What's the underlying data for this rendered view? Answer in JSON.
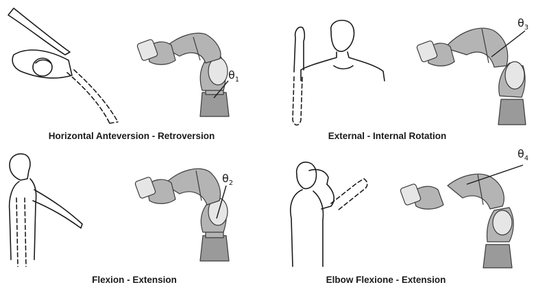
{
  "panels": [
    {
      "id": "horizontal",
      "caption": "Horizontal Anteversion - Retroversion",
      "angle_symbol": "θ",
      "angle_index": "1"
    },
    {
      "id": "rotation",
      "caption": "External - Internal Rotation",
      "angle_symbol": "θ",
      "angle_index": "3"
    },
    {
      "id": "flexion",
      "caption": "Flexion - Extension",
      "angle_symbol": "θ",
      "angle_index": "2"
    },
    {
      "id": "elbow",
      "caption": "Elbow Flexione - Extension",
      "angle_symbol": "θ",
      "angle_index": "4"
    }
  ],
  "colors": {
    "robot_fill": "#b4b4b4",
    "robot_dark": "#8a8a8a",
    "robot_outline": "#3a3a3a",
    "figure_line": "#1a1a1a"
  }
}
